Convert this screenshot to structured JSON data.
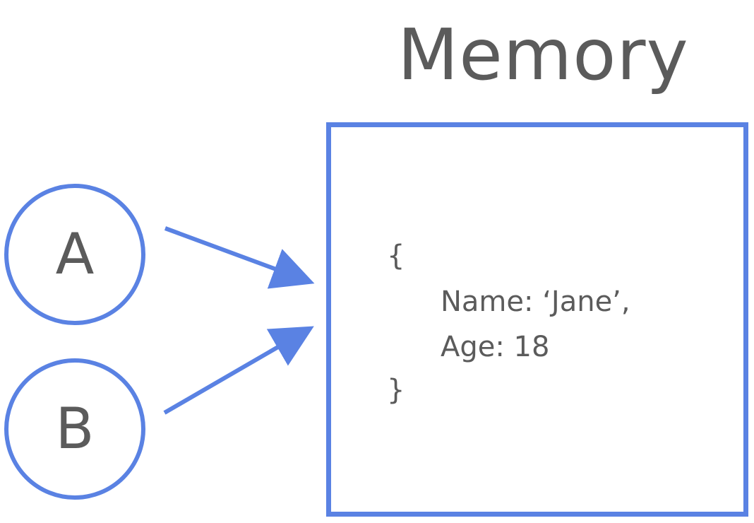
{
  "title": "Memory",
  "references": [
    {
      "label": "A"
    },
    {
      "label": "B"
    }
  ],
  "memory": {
    "open_brace": "{",
    "name_line": "Name: ‘Jane’,",
    "age_line": "Age: 18",
    "close_brace": "}"
  },
  "colors": {
    "accent": "#5a82e3",
    "text": "#5b5b5b"
  },
  "icons": {
    "arrow": "arrow-right-icon"
  }
}
